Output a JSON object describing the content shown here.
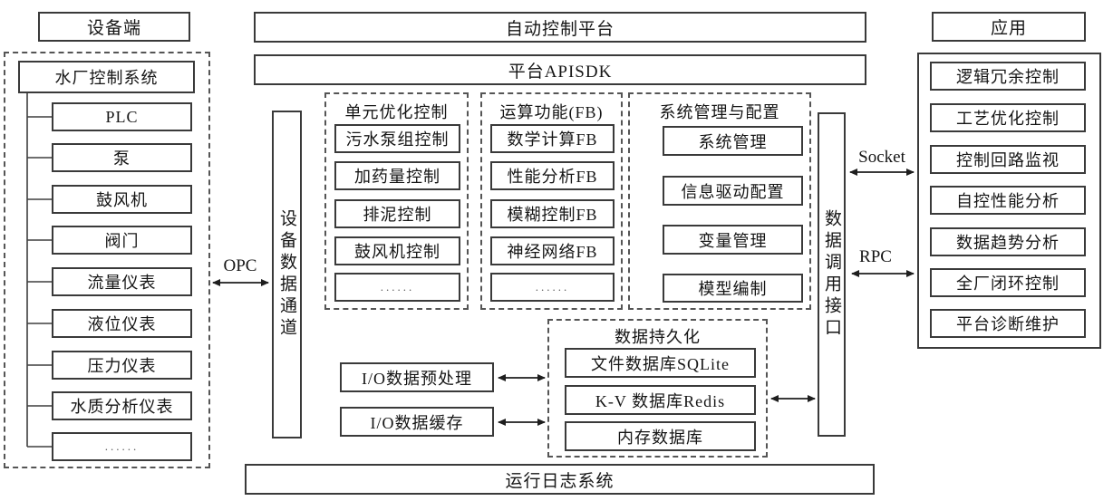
{
  "diagram": {
    "device": {
      "header": "设备端",
      "system": "水厂控制系统",
      "items": [
        "PLC",
        "泵",
        "鼓风机",
        "阀门",
        "流量仪表",
        "液位仪表",
        "压力仪表",
        "水质分析仪表",
        "......"
      ]
    },
    "links": {
      "opc": "OPC",
      "socket": "Socket",
      "rpc": "RPC"
    },
    "platform": {
      "title": "自动控制平台",
      "api": "平台APISDK",
      "device_channel": "设备数据通道",
      "data_interface": "数据调用接口",
      "log_system": "运行日志系统"
    },
    "groups": [
      {
        "title": "单元优化控制",
        "items": [
          "污水泵组控制",
          "加药量控制",
          "排泥控制",
          "鼓风机控制",
          "......"
        ]
      },
      {
        "title": "运算功能(FB)",
        "items": [
          "数学计算FB",
          "性能分析FB",
          "模糊控制FB",
          "神经网络FB",
          "......"
        ]
      },
      {
        "title": "系统管理与配置",
        "items": [
          "系统管理",
          "信息驱动配置",
          "变量管理",
          "模型编制"
        ]
      }
    ],
    "io": {
      "items": [
        "I/O数据预处理",
        "I/O数据缓存"
      ]
    },
    "persistence": {
      "title": "数据持久化",
      "items": [
        "文件数据库SQLite",
        "K-V 数据库Redis",
        "内存数据库"
      ]
    },
    "application": {
      "header": "应用",
      "items": [
        "逻辑冗余控制",
        "工艺优化控制",
        "控制回路监视",
        "自控性能分析",
        "数据趋势分析",
        "全厂闭环控制",
        "平台诊断维护"
      ]
    },
    "colors": {
      "line": "#3a3a3a",
      "text": "#151515",
      "background": "#ffffff"
    }
  }
}
